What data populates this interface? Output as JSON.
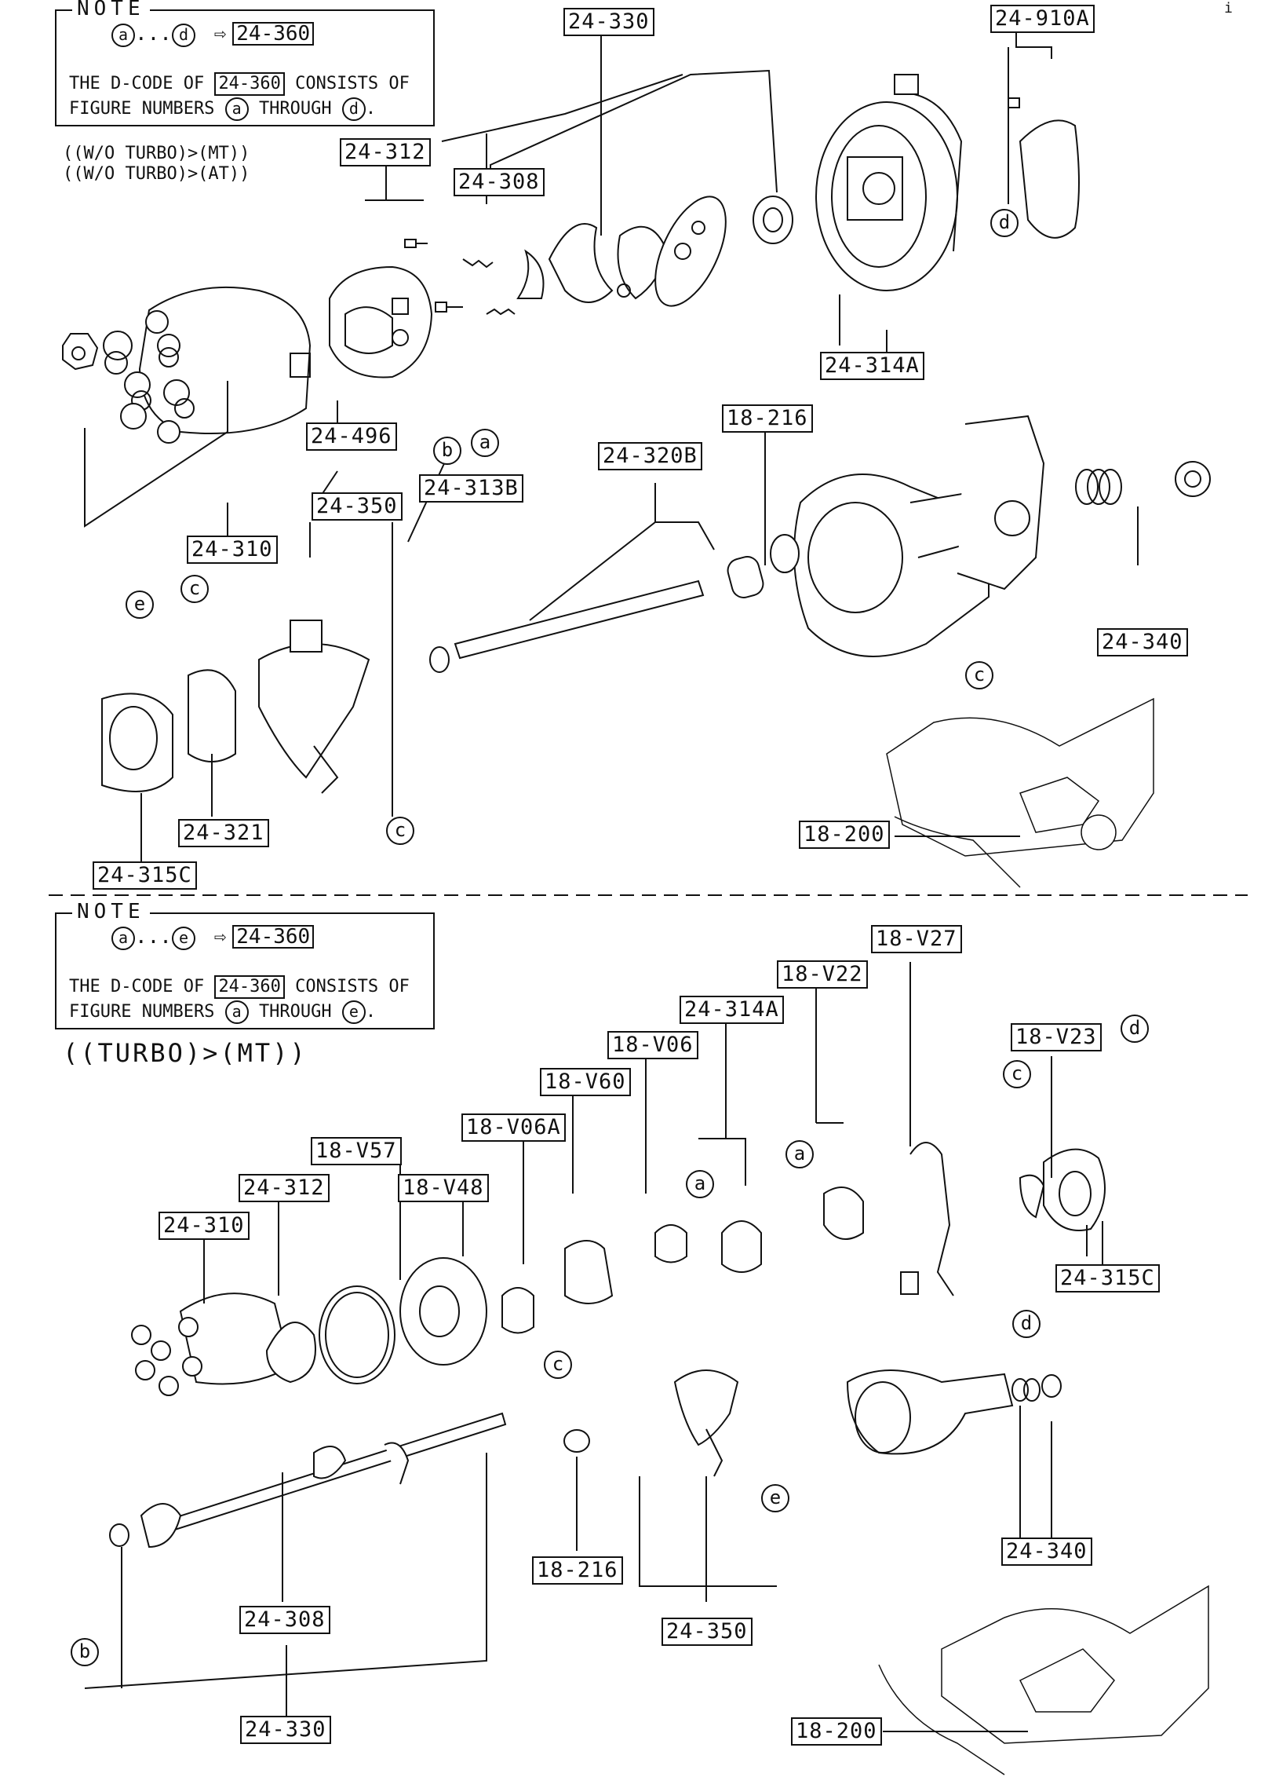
{
  "top_section": {
    "note": {
      "title": "NOTE",
      "range_start": "a",
      "range_sep": "...",
      "range_end": "d",
      "arrow": "⇨",
      "target_code": "24-360",
      "line1_prefix": "THE D-CODE OF",
      "line1_code": "24-360",
      "line1_suffix": "CONSISTS OF",
      "line2_prefix": "FIGURE NUMBERS",
      "line2_from": "a",
      "line2_mid": "THROUGH",
      "line2_to": "d",
      "line2_end": "."
    },
    "conditions": [
      "((W/O TURBO)>(MT))",
      "((W/O TURBO)>(AT))"
    ],
    "labels": {
      "l_24_330": "24-330",
      "l_24_910a": "24-910A",
      "l_24_312": "24-312",
      "l_24_308": "24-308",
      "l_24_314a": "24-314A",
      "l_24_496": "24-496",
      "l_24_310": "24-310",
      "l_18_216": "18-216",
      "l_24_320b": "24-320B",
      "l_24_313b": "24-313B",
      "l_24_350": "24-350",
      "l_24_340": "24-340",
      "l_24_321": "24-321",
      "l_24_315c": "24-315C",
      "l_18_200": "18-200"
    },
    "callouts": {
      "c_b": "b",
      "c_a": "a",
      "c_d": "d",
      "c_e": "e",
      "c_c1": "c",
      "c_c2": "c",
      "c_c3": "c"
    }
  },
  "bottom_section": {
    "note": {
      "title": "NOTE",
      "range_start": "a",
      "range_sep": "...",
      "range_end": "e",
      "arrow": "⇨",
      "target_code": "24-360",
      "line1_prefix": "THE D-CODE OF",
      "line1_code": "24-360",
      "line1_suffix": "CONSISTS OF",
      "line2_prefix": "FIGURE NUMBERS",
      "line2_from": "a",
      "line2_mid": "THROUGH",
      "line2_to": "e",
      "line2_end": "."
    },
    "condition": "((TURBO)>(MT))",
    "labels": {
      "l_18_v27": "18-V27",
      "l_18_v22": "18-V22",
      "l_24_314a": "24-314A",
      "l_18_v06": "18-V06",
      "l_18_v23": "18-V23",
      "l_18_v60": "18-V60",
      "l_18_v06a": "18-V06A",
      "l_18_v57": "18-V57",
      "l_24_312": "24-312",
      "l_18_v48": "18-V48",
      "l_24_310": "24-310",
      "l_24_315c": "24-315C",
      "l_18_216": "18-216",
      "l_24_340": "24-340",
      "l_24_308": "24-308",
      "l_24_350": "24-350",
      "l_24_330": "24-330",
      "l_18_200": "18-200"
    },
    "callouts": {
      "c_a1": "a",
      "c_a2": "a",
      "c_c1": "c",
      "c_c2": "c",
      "c_d1": "d",
      "c_d2": "d",
      "c_e": "e",
      "c_b": "b"
    }
  },
  "page_marks": {
    "top_right": "i"
  }
}
